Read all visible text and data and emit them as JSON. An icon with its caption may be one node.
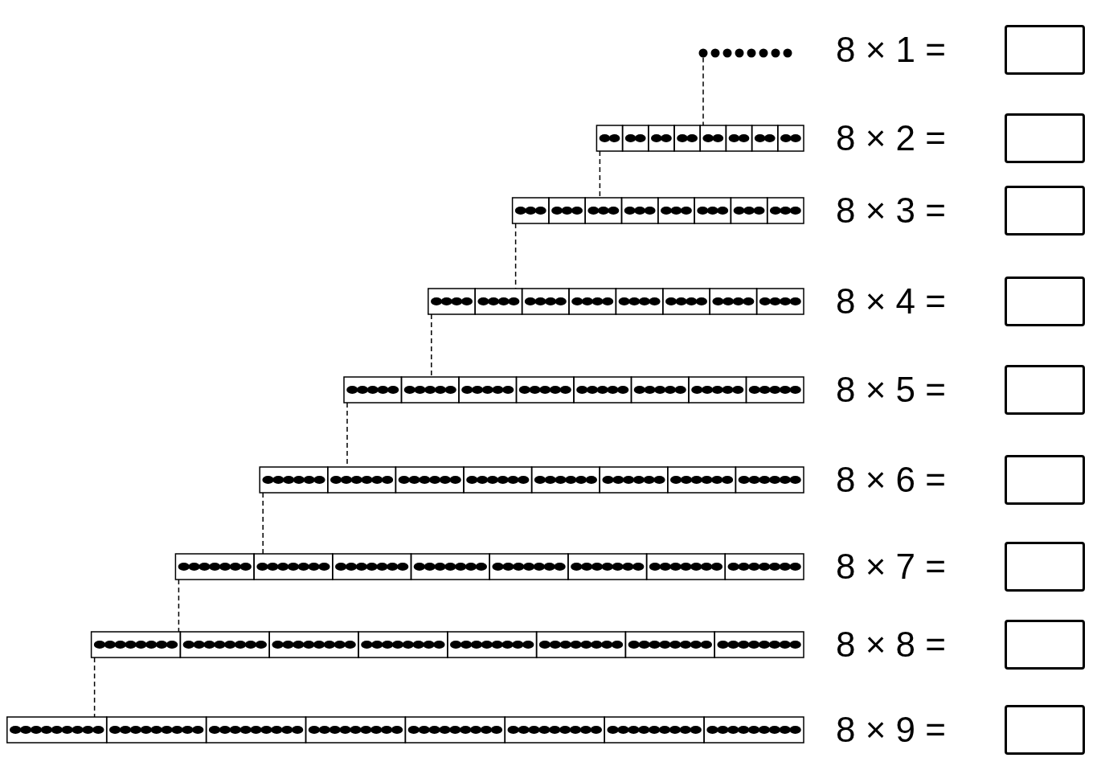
{
  "diagram": {
    "nodes": [
      {
        "text": [],
        "shape": "bar"
      },
      {
        "text": [],
        "shape": "bar"
      },
      {
        "text": [],
        "shape": "bar"
      },
      {
        "text": [],
        "shape": "bar"
      },
      {
        "text": [],
        "shape": "bar"
      },
      {
        "text": [],
        "shape": "bar"
      },
      {
        "text": [],
        "shape": "bar"
      },
      {
        "text": [],
        "shape": "bar"
      },
      {
        "text": [],
        "shape": "bar"
      }
    ],
    "edges": [
      {
        "from": 0,
        "to": 1,
        "arrow": "none",
        "style": "dashed"
      },
      {
        "from": 1,
        "to": 2,
        "arrow": "none",
        "style": "dashed"
      },
      {
        "from": 2,
        "to": 3,
        "arrow": "none",
        "style": "dashed"
      },
      {
        "from": 3,
        "to": 4,
        "arrow": "none",
        "style": "dashed"
      },
      {
        "from": 4,
        "to": 5,
        "arrow": "none",
        "style": "dashed"
      },
      {
        "from": 5,
        "to": 6,
        "arrow": "none",
        "style": "dashed"
      },
      {
        "from": 6,
        "to": 7,
        "arrow": "none",
        "style": "dashed"
      },
      {
        "from": 7,
        "to": 8,
        "arrow": "none",
        "style": "dashed"
      }
    ],
    "labels": [
      "8 × 1 =",
      "8 × 2 =",
      "8 × 3 =",
      "8 × 4 =",
      "8 × 5 =",
      "8 × 6 =",
      "8 × 7 =",
      "8 × 8 =",
      "8 × 9 ="
    ]
  }
}
